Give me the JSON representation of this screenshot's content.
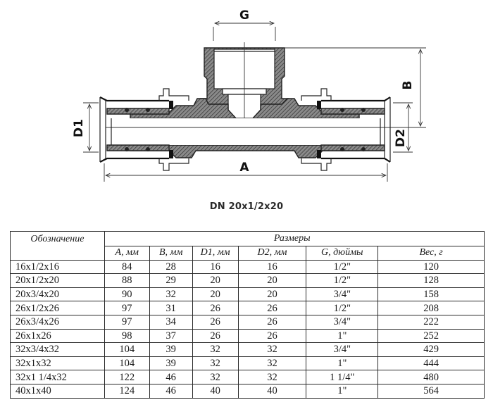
{
  "drawing": {
    "labels": {
      "G": "G",
      "B": "B",
      "D1": "D1",
      "D2": "D2",
      "A": "A"
    },
    "caption": "DN 20x1/2x20"
  },
  "table": {
    "designation_header": "Обозначение",
    "group_header": "Размеры",
    "columns": [
      "A, мм",
      "B, мм",
      "D1, мм",
      "D2, мм",
      "G, дюймы",
      "Вес, г"
    ],
    "rows": [
      {
        "name": "16x1/2x16",
        "A": "84",
        "B": "28",
        "D1": "16",
        "D2": "16",
        "G": "1/2\"",
        "weight": "120"
      },
      {
        "name": "20x1/2x20",
        "A": "88",
        "B": "29",
        "D1": "20",
        "D2": "20",
        "G": "1/2\"",
        "weight": "128"
      },
      {
        "name": "20x3/4x20",
        "A": "90",
        "B": "32",
        "D1": "20",
        "D2": "20",
        "G": "3/4\"",
        "weight": "158"
      },
      {
        "name": "26x1/2x26",
        "A": "97",
        "B": "31",
        "D1": "26",
        "D2": "26",
        "G": "1/2\"",
        "weight": "208"
      },
      {
        "name": "26x3/4x26",
        "A": "97",
        "B": "34",
        "D1": "26",
        "D2": "26",
        "G": "3/4\"",
        "weight": "222"
      },
      {
        "name": "26x1x26",
        "A": "98",
        "B": "37",
        "D1": "26",
        "D2": "26",
        "G": "1\"",
        "weight": "252"
      },
      {
        "name": "32x3/4x32",
        "A": "104",
        "B": "39",
        "D1": "32",
        "D2": "32",
        "G": "3/4\"",
        "weight": "429"
      },
      {
        "name": "32x1x32",
        "A": "104",
        "B": "39",
        "D1": "32",
        "D2": "32",
        "G": "1\"",
        "weight": "444"
      },
      {
        "name": "32x1 1/4x32",
        "A": "122",
        "B": "46",
        "D1": "32",
        "D2": "32",
        "G": "1 1/4\"",
        "weight": "480"
      },
      {
        "name": "40x1x40",
        "A": "124",
        "B": "46",
        "D1": "40",
        "D2": "40",
        "G": "1\"",
        "weight": "564"
      }
    ]
  }
}
